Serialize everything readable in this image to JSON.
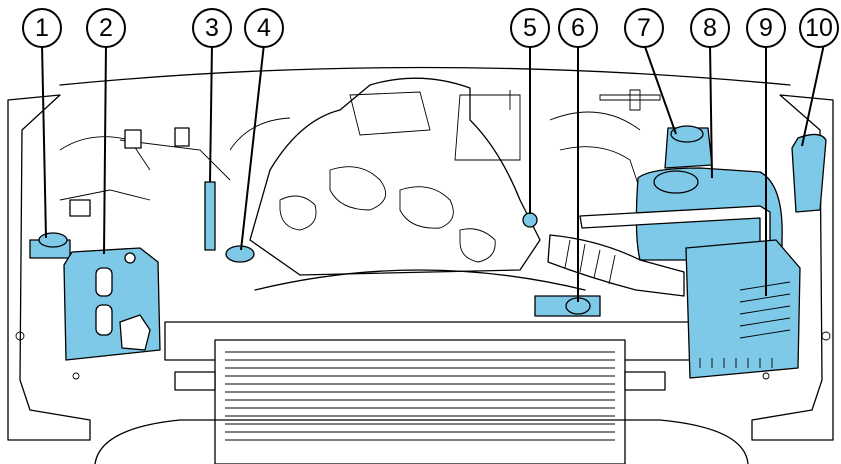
{
  "highlight_color": "#7ec8e8",
  "callouts": [
    {
      "label": "1"
    },
    {
      "label": "2"
    },
    {
      "label": "3"
    },
    {
      "label": "4"
    },
    {
      "label": "5"
    },
    {
      "label": "6"
    },
    {
      "label": "7"
    },
    {
      "label": "8"
    },
    {
      "label": "9"
    },
    {
      "label": "10"
    }
  ]
}
